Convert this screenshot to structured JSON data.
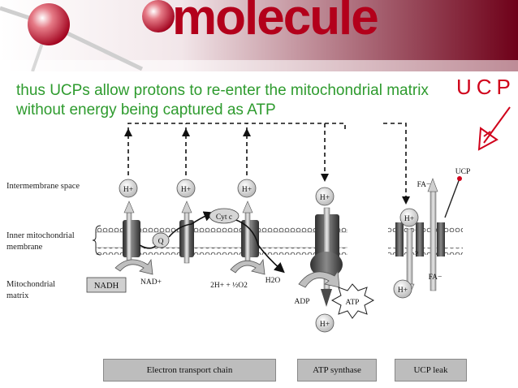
{
  "banner": {
    "word": "molecule"
  },
  "heading": {
    "line1": "thus UCPs allow protons to re-enter the mitochondrial matrix",
    "line2": "without energy being captured as ATP"
  },
  "handwritten": "UCP",
  "labels": {
    "intermembrane": "Intermembrane space",
    "inner_line1": "Inner mitochondrial",
    "inner_line2": "membrane",
    "matrix_line1": "Mitochondrial",
    "matrix_line2": "matrix"
  },
  "molecules": {
    "proton": "H+",
    "cytc": "Cyt c",
    "q": "Q",
    "nadh": "NADH",
    "nad": "NAD+",
    "water_reaction": "2H+ + ½O2",
    "h2o": "H2O",
    "adp": "ADP",
    "atp": "ATP",
    "fa": "FA−",
    "ucp": "UCP",
    "question": "?"
  },
  "panels": {
    "etc": "Electron transport chain",
    "atp_synthase": "ATP synthase",
    "ucp_leak": "UCP leak"
  },
  "colors": {
    "heading": "#2e9b2e",
    "banner_word": "#b3001b",
    "handwriting": "#d0021b"
  }
}
